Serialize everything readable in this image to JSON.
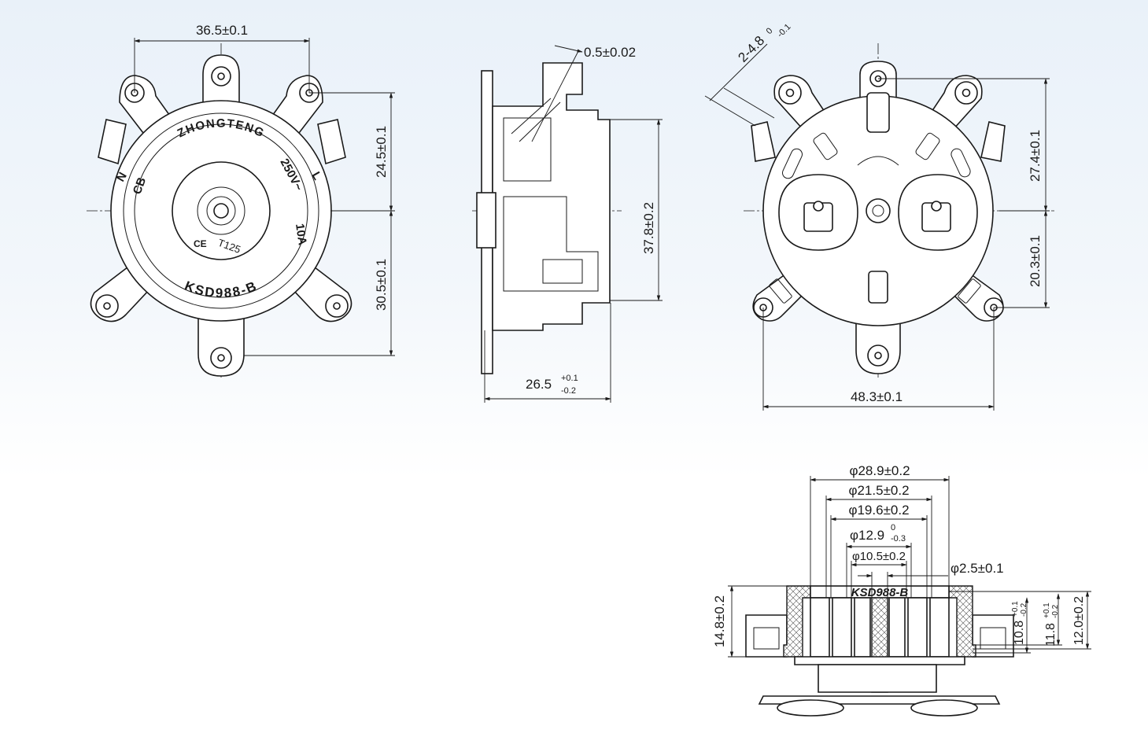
{
  "front_view": {
    "dim_width": "36.5±0.1",
    "dim_upper": "24.5±0.1",
    "dim_lower": "30.5±0.1",
    "brand": "ZHONGTENG",
    "model": "KSD988-B",
    "rating_v": "250V~",
    "rating_a": "10A",
    "temp": "T125",
    "cert_cb": "CB",
    "cert_ce": "CE",
    "label_n": "N",
    "label_l": "L"
  },
  "side_view": {
    "dim_thickness": "0.5±0.02",
    "dim_height": "37.8±0.2",
    "dim_depth_base": "26.5",
    "dim_depth_upper": "+0.1",
    "dim_depth_lower": "-0.2"
  },
  "rear_view": {
    "dim_pin_base": "2-4.8",
    "dim_pin_upper": "0",
    "dim_pin_lower": "-0.1",
    "dim_upper": "27.4±0.1",
    "dim_lower": "20.3±0.1",
    "dim_width": "48.3±0.1"
  },
  "section_view": {
    "dia_1": "φ28.9±0.2",
    "dia_2": "φ21.5±0.2",
    "dia_3": "φ19.6±0.2",
    "dia_4_base": "φ12.9",
    "dia_4_upper": "0",
    "dia_4_lower": "-0.3",
    "dia_5": "φ10.5±0.2",
    "dia_6": "φ2.5±0.1",
    "model": "KSD988-B",
    "h_total": "14.8±0.2",
    "h_a_base": "10.8",
    "h_a_upper": "+0.1",
    "h_a_lower": "-0.2",
    "h_b_base": "11.8",
    "h_b_upper": "+0.1",
    "h_b_lower": "-0.2",
    "h_c": "12.0±0.2"
  }
}
